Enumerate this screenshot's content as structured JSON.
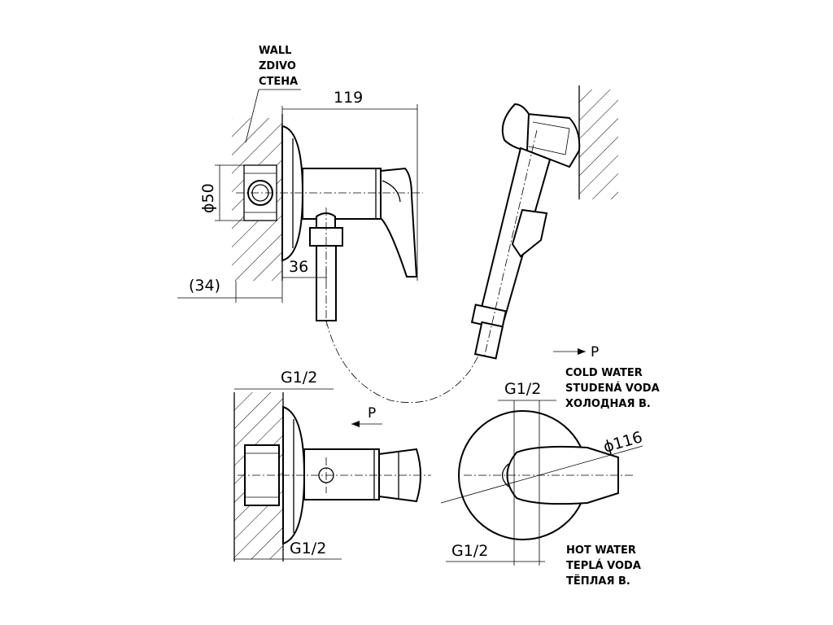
{
  "labels": {
    "wall": [
      "WALL",
      "ZDIVO",
      "СТЕНА"
    ],
    "cold_water": [
      "COLD WATER",
      "STUDENÁ VODA",
      "ХОЛОДНАЯ В."
    ],
    "hot_water": [
      "HOT WATER",
      "TEPLÁ VODA",
      "ТЁПЛАЯ В."
    ],
    "pressure_marker": "P"
  },
  "dimensions": {
    "length": "119",
    "diameter_flange": "ϕ50",
    "depth_inner": "36",
    "depth_wall": "(34)",
    "thread_top_left": "G1/2",
    "thread_bottom_left": "G1/2",
    "thread_top_right": "G1/2",
    "thread_bottom_right": "G1/2",
    "diameter_rosette": "ϕ116"
  }
}
